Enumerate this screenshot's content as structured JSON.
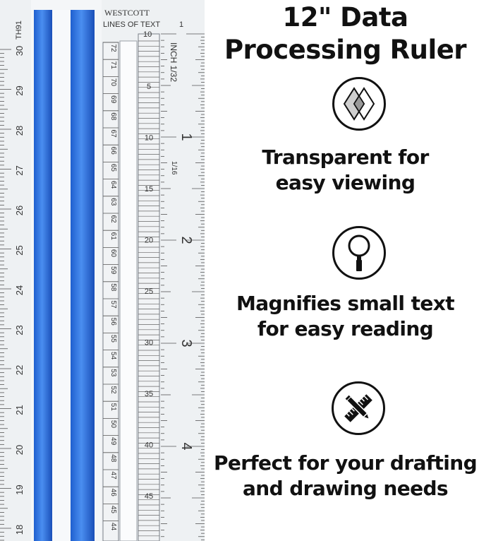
{
  "ruler": {
    "brand": "WESTCOTT",
    "model": "TH91",
    "lines_label": "LINES OF TEXT",
    "lines_start": "1",
    "lines_top": "10",
    "inch_label": "INCH 1/32",
    "sixteenth_label": "1/16",
    "cm_numbers": [
      "30",
      "29",
      "28",
      "27",
      "26",
      "25",
      "24",
      "23",
      "22",
      "21",
      "20",
      "19",
      "18"
    ],
    "line_count_numbers": [
      "72",
      "71",
      "70",
      "69",
      "68",
      "67",
      "66",
      "65",
      "64",
      "63",
      "62",
      "61",
      "60",
      "59",
      "58",
      "57",
      "56",
      "55",
      "54",
      "53",
      "52",
      "51",
      "50",
      "49",
      "48",
      "47",
      "46",
      "45",
      "44"
    ],
    "lines_numbers": [
      "5",
      "10",
      "15",
      "20",
      "25",
      "30",
      "35",
      "40",
      "45"
    ],
    "inch_numbers": [
      "1",
      "2",
      "3",
      "4"
    ],
    "colors": {
      "blue_stripe": "#2f6fd6",
      "ruler_body": "#eef1f3"
    }
  },
  "panel": {
    "title_line1": "12\" Data",
    "title_line2": "Processing Ruler",
    "features": [
      {
        "icon": "transparent-diamond-icon",
        "line1": "Transparent  for",
        "line2": "easy viewing"
      },
      {
        "icon": "magnifying-glass-icon",
        "line1": "Magnifies small text",
        "line2": "for easy reading"
      },
      {
        "icon": "ruler-pencil-icon",
        "line1": "Perfect for your drafting",
        "line2": "and drawing needs"
      }
    ]
  }
}
